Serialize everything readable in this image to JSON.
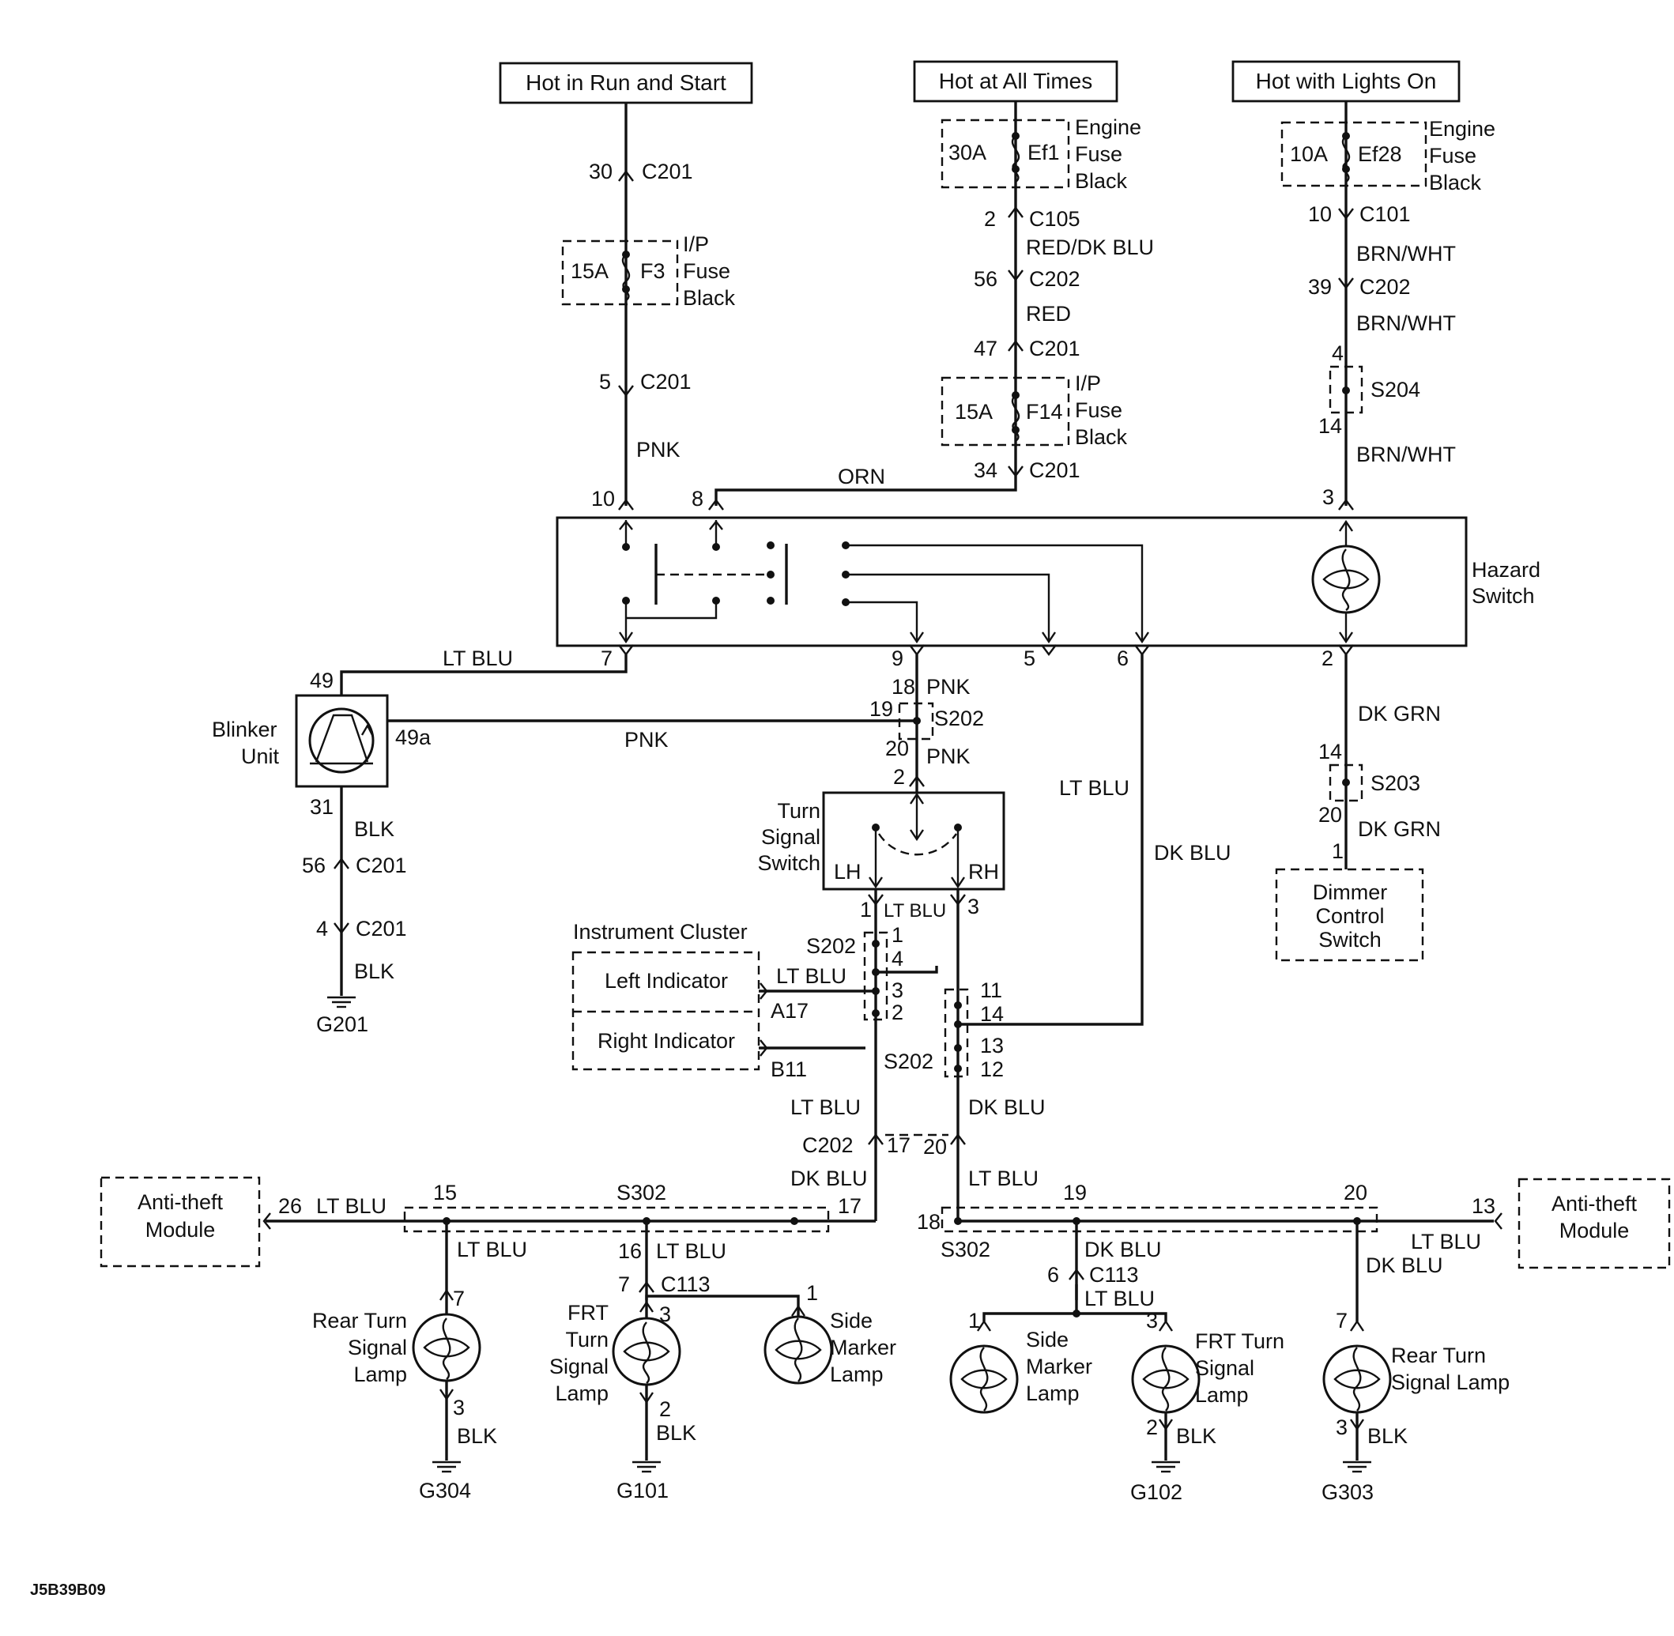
{
  "power_sources": {
    "run_start": "Hot in Run and Start",
    "all_times": "Hot at All Times",
    "lights_on": "Hot with Lights On"
  },
  "fuses": {
    "f3": {
      "amp": "15A",
      "name": "F3",
      "l1": "I/P",
      "l2": "Fuse",
      "l3": "Black"
    },
    "ef1": {
      "amp": "30A",
      "name": "Ef1",
      "l1": "Engine",
      "l2": "Fuse",
      "l3": "Black"
    },
    "f14": {
      "amp": "15A",
      "name": "F14",
      "l1": "I/P",
      "l2": "Fuse",
      "l3": "Black"
    },
    "ef28": {
      "amp": "10A",
      "name": "Ef28",
      "l1": "Engine",
      "l2": "Fuse",
      "l3": "Black"
    }
  },
  "connectors": {
    "c201": "C201",
    "c105": "C105",
    "c202": "C202",
    "c101": "C101",
    "c113": "C113",
    "s204": "S204",
    "s203": "S203",
    "s202": "S202",
    "s302": "S302",
    "a17": "A17",
    "b11": "B11"
  },
  "pins": {
    "p30": "30",
    "p5": "5",
    "p10": "10",
    "p8": "8",
    "p2": "2",
    "p56": "56",
    "p47": "47",
    "p34": "34",
    "p39": "39",
    "p4": "4",
    "p14": "14",
    "p3": "3",
    "p7": "7",
    "p9": "9",
    "p6": "6",
    "p18": "18",
    "p19": "19",
    "p20": "20",
    "p49": "49",
    "p49a": "49a",
    "p31": "31",
    "p1": "1",
    "p11": "11",
    "p13": "13",
    "p12": "12",
    "p17": "17",
    "p15": "15",
    "p16": "16",
    "p26": "26"
  },
  "wires": {
    "pnk": "PNK",
    "orn": "ORN",
    "red_dkblu": "RED/DK BLU",
    "red": "RED",
    "brn_wht": "BRN/WHT",
    "lt_blu": "LT BLU",
    "dk_grn": "DK GRN",
    "blk": "BLK",
    "dk_blu": "DK BLU"
  },
  "components": {
    "hazard": {
      "l1": "Hazard",
      "l2": "Switch"
    },
    "blinker": {
      "l1": "Blinker",
      "l2": "Unit"
    },
    "turn_switch": {
      "l1": "Turn",
      "l2": "Signal",
      "l3": "Switch",
      "lh": "LH",
      "rh": "RH"
    },
    "dimmer": {
      "l1": "Dimmer",
      "l2": "Control",
      "l3": "Switch"
    },
    "cluster": {
      "title": "Instrument Cluster",
      "left": "Left Indicator",
      "right": "Right Indicator"
    },
    "antitheft": {
      "l1": "Anti-theft",
      "l2": "Module"
    },
    "rear_lamp_left": {
      "l1": "Rear Turn",
      "l2": "Signal",
      "l3": "Lamp"
    },
    "frt_lamp_left": {
      "l1": "FRT",
      "l2": "Turn",
      "l3": "Signal",
      "l4": "Lamp"
    },
    "side_lamp": {
      "l1": "Side",
      "l2": "Marker",
      "l3": "Lamp"
    },
    "frt_lamp_right": {
      "l1": "FRT Turn",
      "l2": "Signal",
      "l3": "Lamp"
    },
    "rear_lamp_right": {
      "l1": "Rear Turn",
      "l2": "Signal Lamp"
    }
  },
  "grounds": {
    "g201": "G201",
    "g304": "G304",
    "g101": "G101",
    "g102": "G102",
    "g303": "G303"
  },
  "figure_id": "J5B39B09"
}
